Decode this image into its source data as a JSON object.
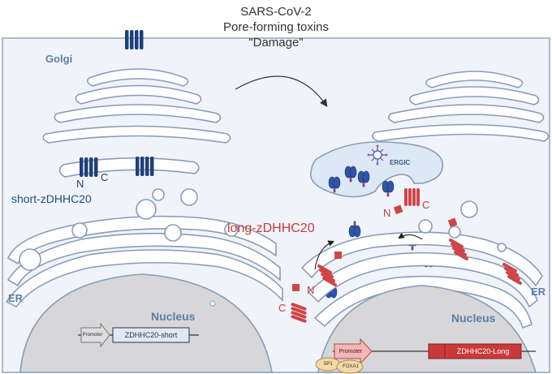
{
  "header": {
    "line1": "SARS-CoV-2",
    "line2": "Pore-forming toxins",
    "line3": "\"Damage\""
  },
  "left": {
    "golgi_label": "Golgi",
    "n_label": "N",
    "c_label": "C",
    "protein_label": "short-zDHHC20",
    "er_label": "ER",
    "nucleus_label": "Nucleus",
    "promoter_label": "Promoter",
    "gene_label": "ZDHHC20-short"
  },
  "right": {
    "ergic_label": "ERGIC",
    "n_label_1": "N",
    "c_label_1": "C",
    "protein_label": "long-zDHHC20",
    "n_label_2": "N",
    "c_label_2": "C",
    "er_label": "ER",
    "nucleus_label": "Nucleus",
    "promoter_label": "Promoter",
    "sp1_label": "SP1",
    "foxa1_label": "FOXA1",
    "gene_label": "ZDHHC20-Long"
  },
  "colors": {
    "membrane": "#8a9bb8",
    "cell_fill": "#f0f4fa",
    "nucleus_fill": "#d7d7d9",
    "short_protein": "#1f3f7a",
    "long_protein": "#d04545",
    "spike": "#2f55a8",
    "ergic_fill": "#dde8f5",
    "label_blue": "#5d7ea6",
    "label_red": "#c83a3a"
  }
}
